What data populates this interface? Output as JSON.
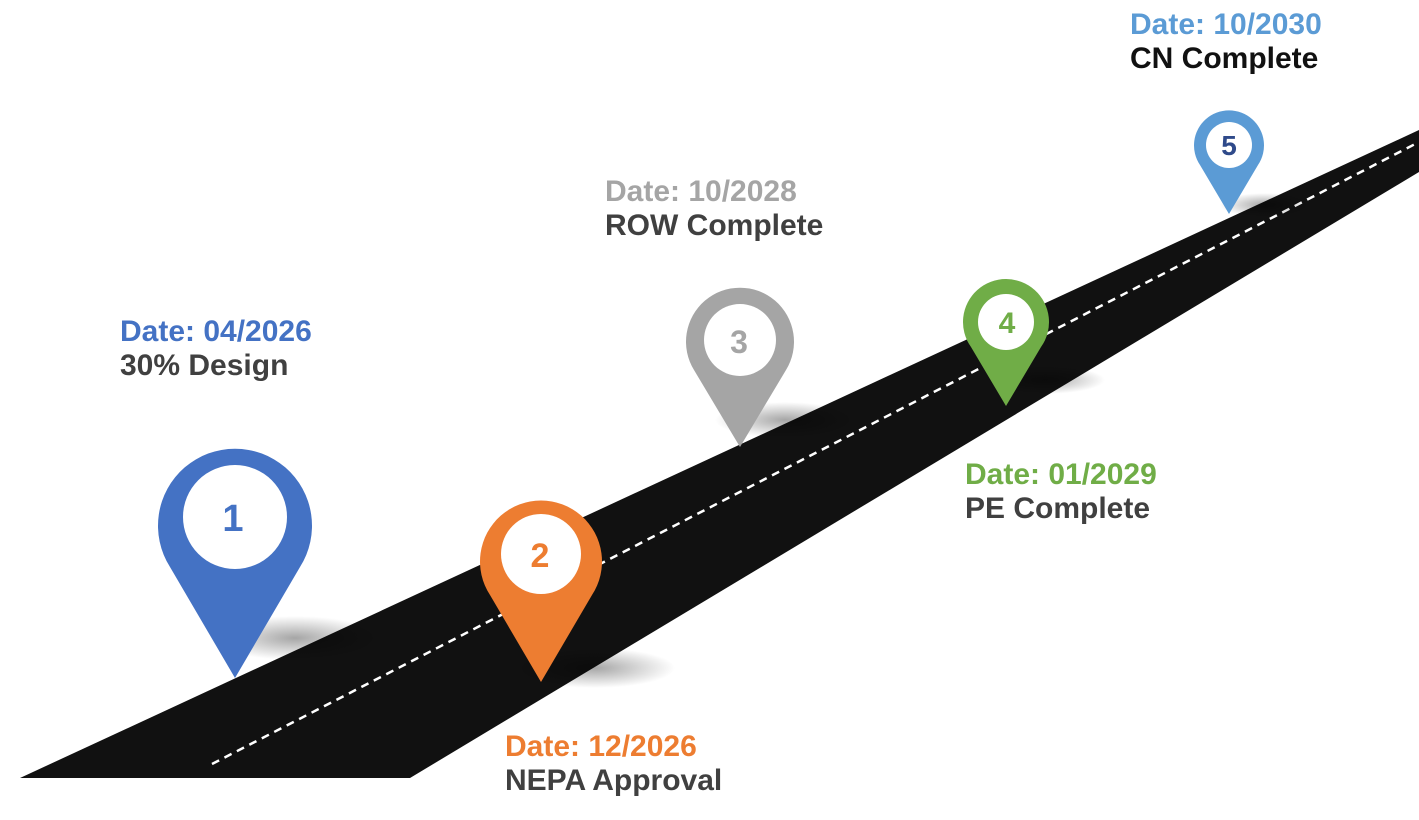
{
  "milestones": [
    {
      "number": "1",
      "date": "Date: 04/2026",
      "name": "30% Design",
      "color": "#4472c4"
    },
    {
      "number": "2",
      "date": "Date: 12/2026",
      "name": "NEPA Approval",
      "color": "#ed7d31"
    },
    {
      "number": "3",
      "date": "Date: 10/2028",
      "name": "ROW Complete",
      "color": "#a5a5a5"
    },
    {
      "number": "4",
      "date": "Date: 01/2029",
      "name": "PE Complete",
      "color": "#70ad47"
    },
    {
      "number": "5",
      "date": "Date: 10/2030",
      "name": "CN Complete",
      "color": "#5b9bd5",
      "number_color": "#2f4a8a"
    }
  ],
  "road": {
    "color": "#111111",
    "center_line_color": "#ffffff"
  }
}
